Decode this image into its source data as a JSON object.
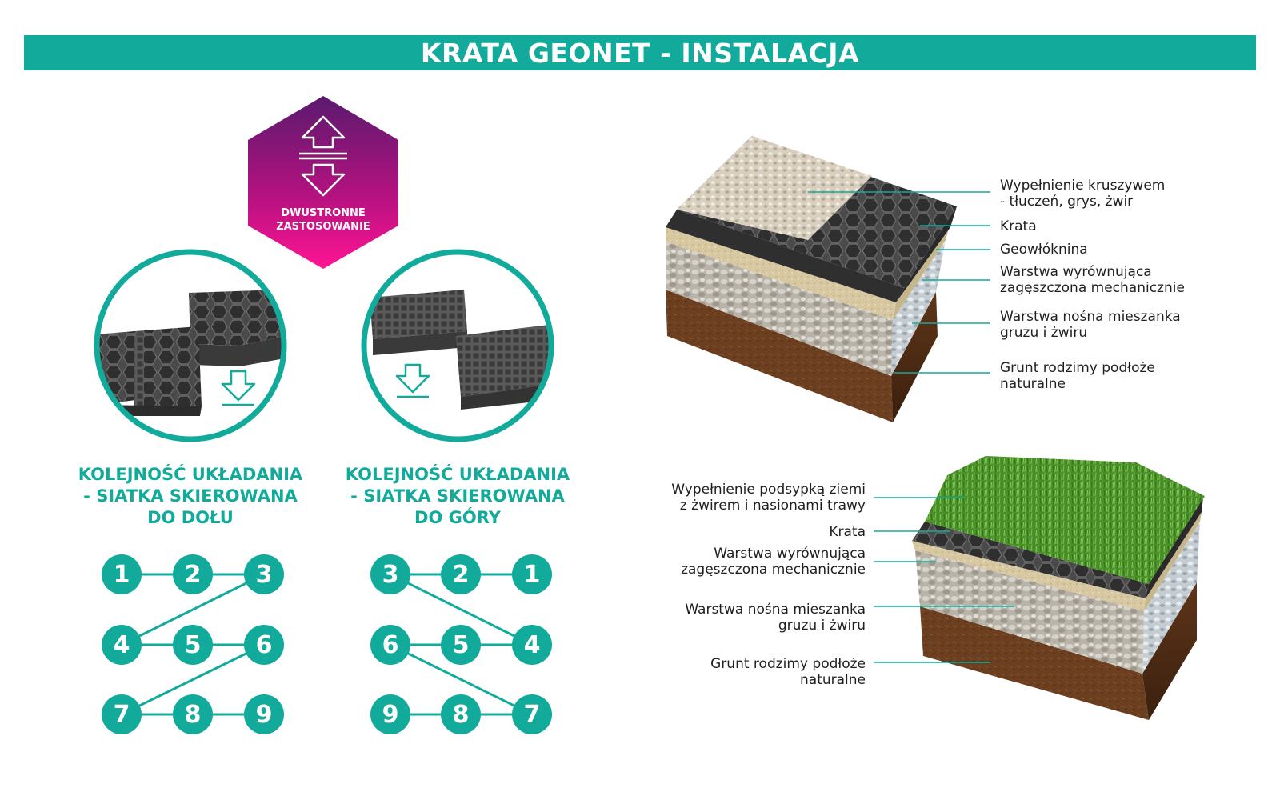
{
  "header": {
    "title": "KRATA GEONET - INSTALACJA"
  },
  "badge": {
    "line1": "DWUSTRONNE",
    "line2": "ZASTOSOWANIE"
  },
  "panels": [
    {
      "title1": "KOLEJNOŚĆ UKŁADANIA",
      "title2": "- SIATKA SKIEROWANA",
      "title3": "DO DOŁU"
    },
    {
      "title1": "KOLEJNOŚĆ UKŁADANIA",
      "title2": "- SIATKA SKIEROWANA",
      "title3": "DO GÓRY"
    }
  ],
  "sequence_left": [
    "1",
    "2",
    "3",
    "4",
    "5",
    "6",
    "7",
    "8",
    "9"
  ],
  "sequence_right": [
    "3",
    "2",
    "1",
    "6",
    "5",
    "4",
    "9",
    "8",
    "7"
  ],
  "gravel_diagram": {
    "labels": [
      {
        "l1": "Wypełnienie kruszywem",
        "l2": "- tłuczeń, grys, żwir"
      },
      {
        "l1": "Krata",
        "l2": ""
      },
      {
        "l1": "Geowłóknina",
        "l2": ""
      },
      {
        "l1": "Warstwa wyrównująca",
        "l2": "zagęszczona mechanicznie"
      },
      {
        "l1": "Warstwa nośna mieszanka",
        "l2": "gruzu i żwiru"
      },
      {
        "l1": "Grunt rodzimy podłoże",
        "l2": "naturalne"
      }
    ]
  },
  "grass_diagram": {
    "labels": [
      {
        "l1": "Wypełnienie podsypką ziemi",
        "l2": "z żwirem i nasionami trawy"
      },
      {
        "l1": "Krata",
        "l2": ""
      },
      {
        "l1": "Warstwa wyrównująca",
        "l2": "zagęszczona mechanicznie"
      },
      {
        "l1": "Warstwa nośna mieszanka",
        "l2": "gruzu i żwiru"
      },
      {
        "l1": "Grunt rodzimy podłoże",
        "l2": "naturalne"
      }
    ]
  },
  "colors": {
    "teal": "#12ab9b",
    "badge_top": "#5a1a6e",
    "badge_bottom": "#ff1493"
  }
}
